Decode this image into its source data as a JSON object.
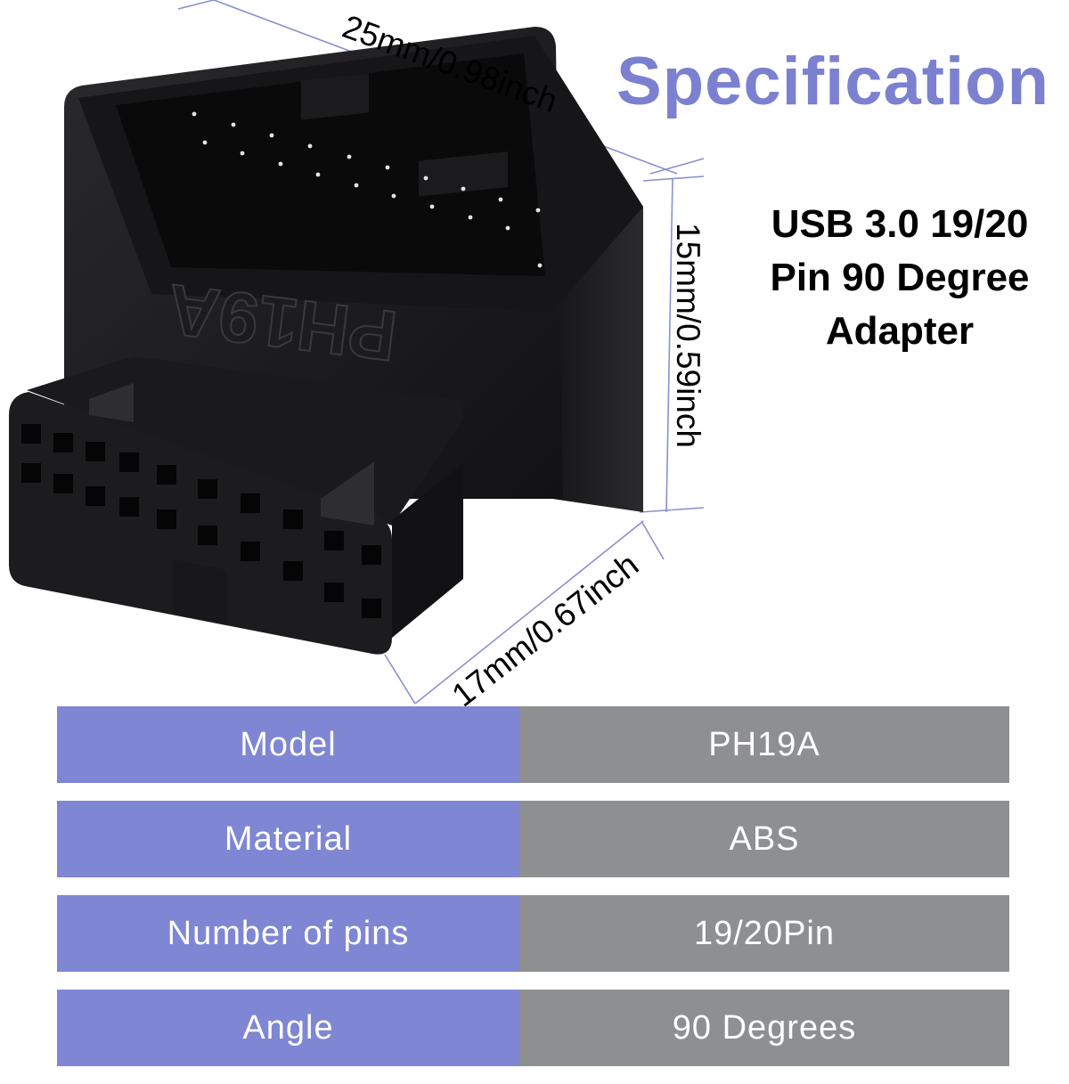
{
  "header": {
    "title": "Specification",
    "subtitle_lines": [
      "USB 3.0 19/20",
      "Pin 90 Degree",
      "Adapter"
    ]
  },
  "product": {
    "model_embossed": "PH19A",
    "dimensions": {
      "width": "25mm/0.98inch",
      "height": "15mm/0.59inch",
      "depth": "17mm/0.67inch"
    }
  },
  "spec_rows": [
    {
      "label": "Model",
      "value": "PH19A"
    },
    {
      "label": "Material",
      "value": "ABS"
    },
    {
      "label": "Number of pins",
      "value": "19/20Pin"
    },
    {
      "label": "Angle",
      "value": "90 Degrees"
    }
  ],
  "colors": {
    "accent": "#7b80d0",
    "label_cell": "#7f86d3",
    "value_cell": "#8e8f91",
    "dimension_line": "#8a90d0",
    "connector_body": "#1e1e20"
  }
}
